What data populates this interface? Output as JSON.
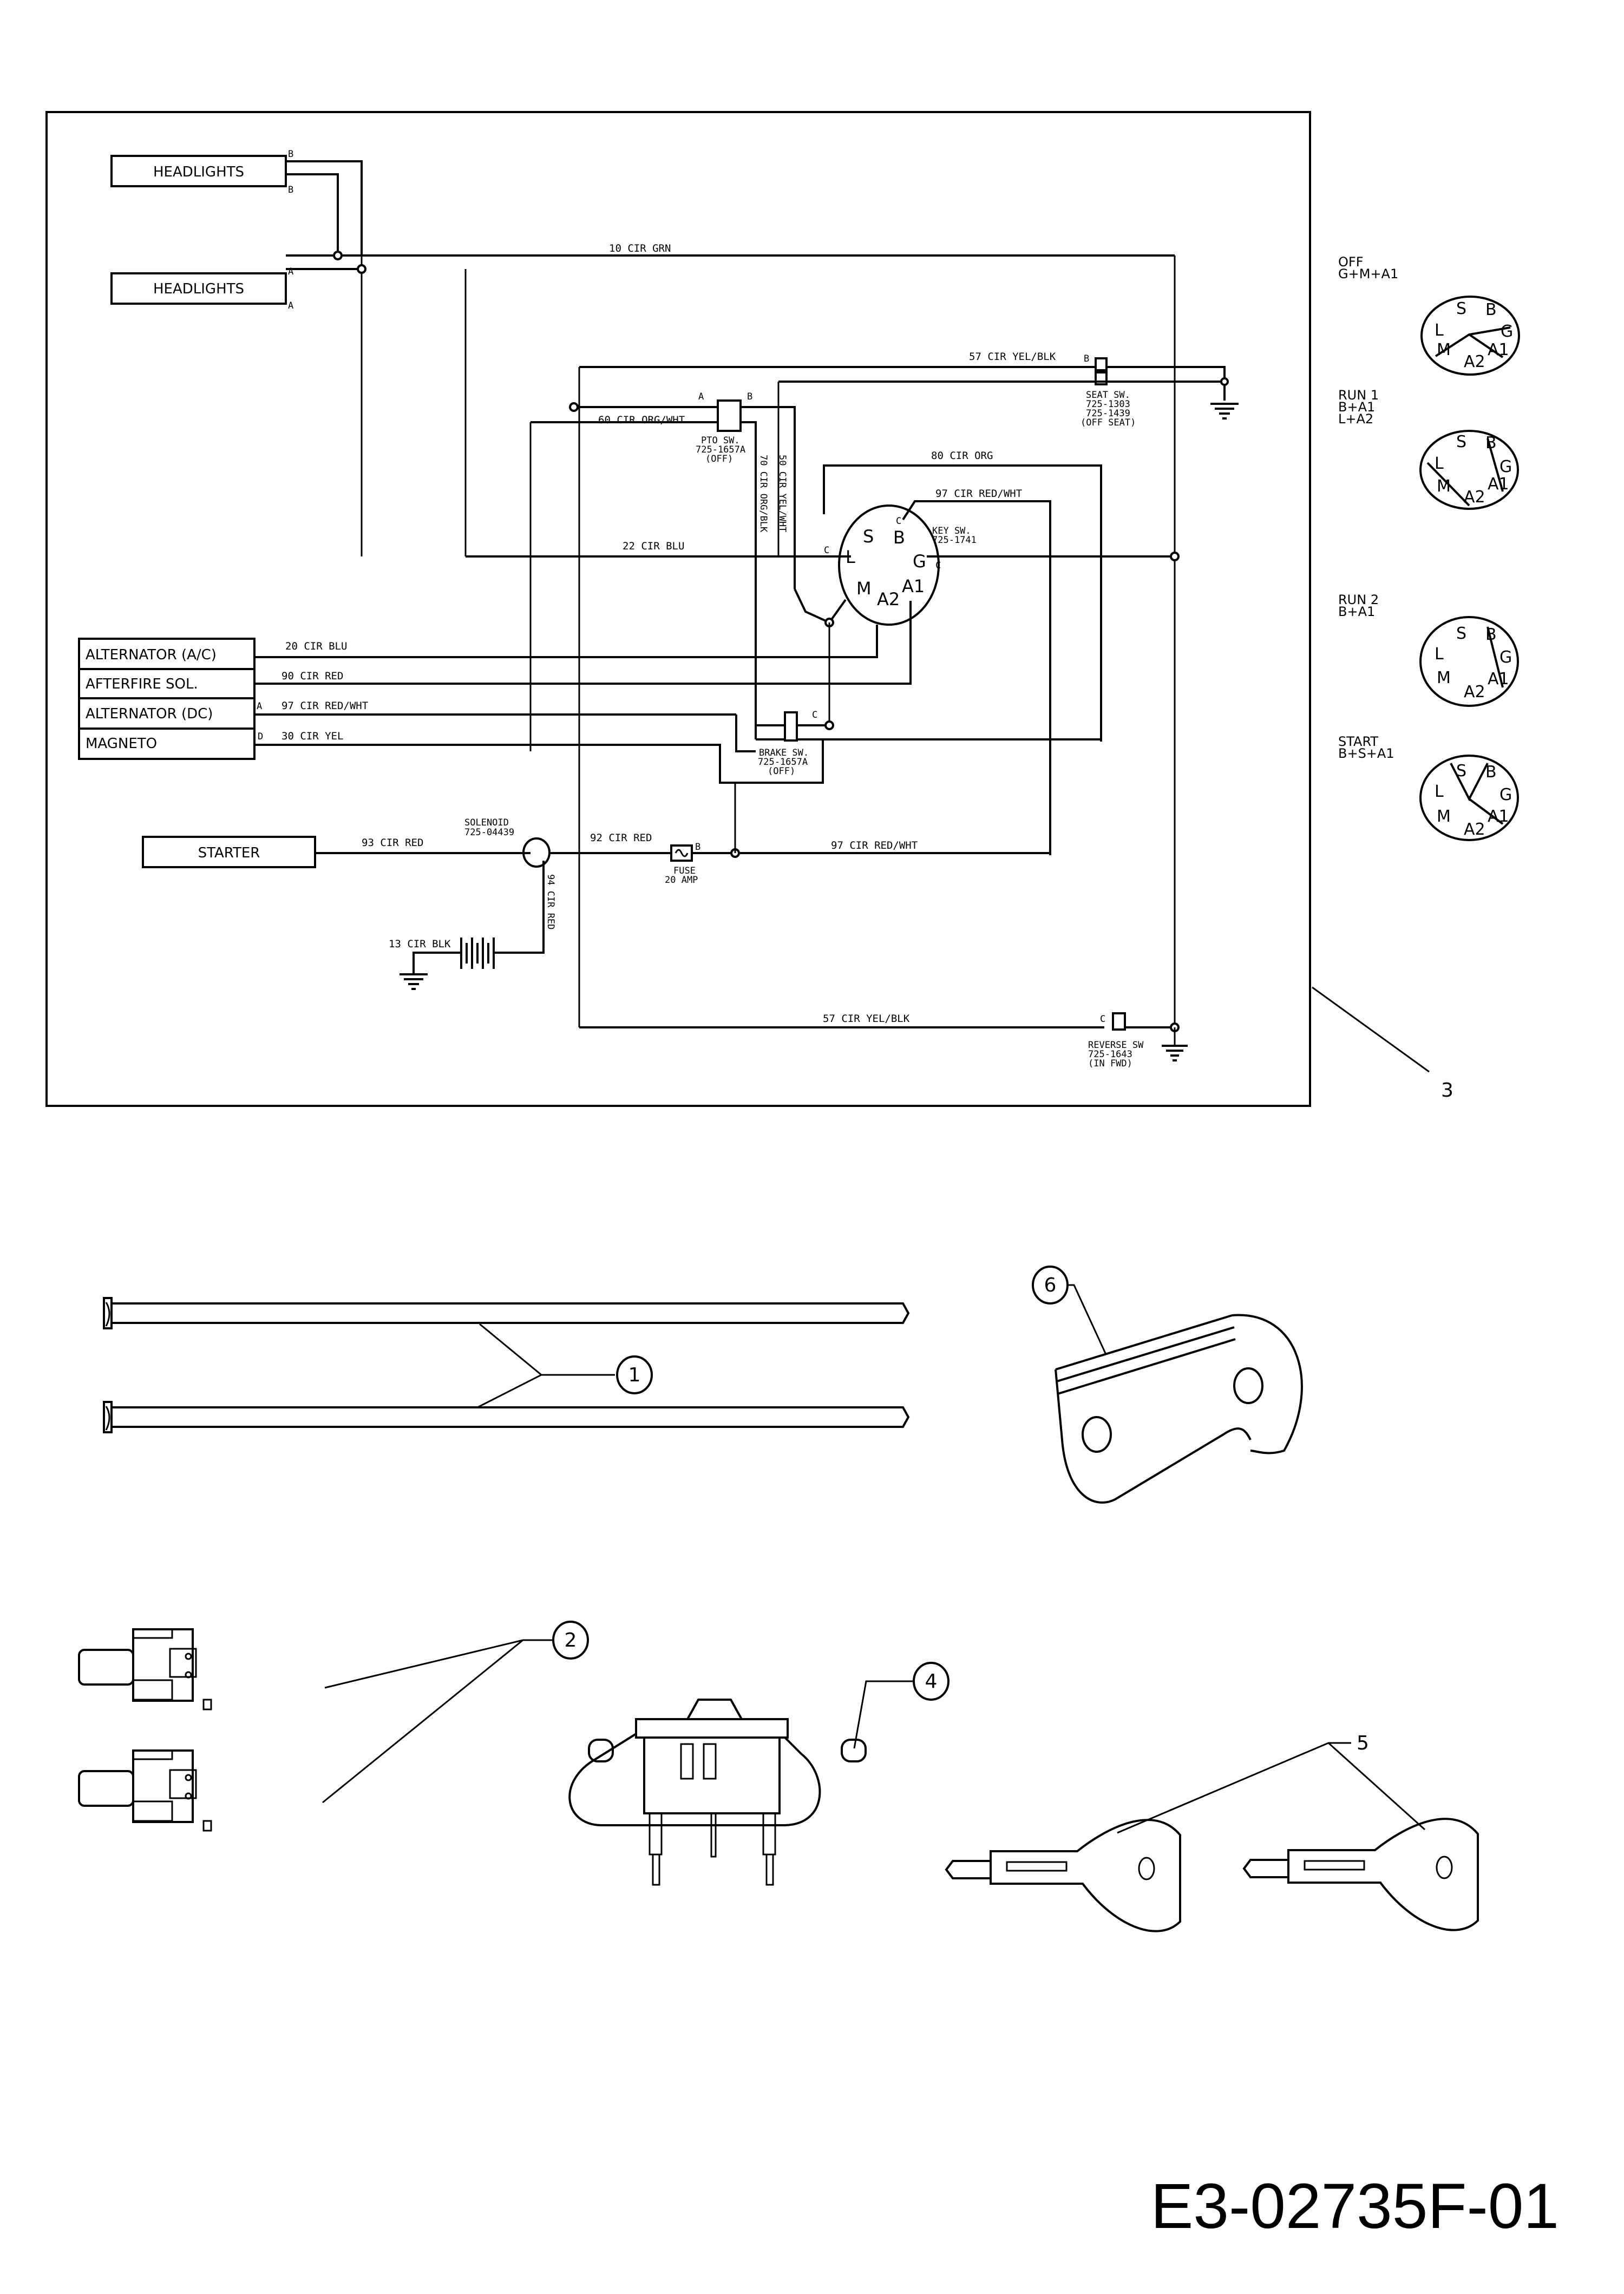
{
  "diagram": {
    "components": {
      "headlights_top": "HEADLIGHTS",
      "headlights_bottom": "HEADLIGHTS",
      "alternator_ac": "ALTERNATOR (A/C)",
      "afterfire_sol": "AFTERFIRE SOL.",
      "alternator_dc": "ALTERNATOR (DC)",
      "magneto": "MAGNETO",
      "starter": "STARTER"
    },
    "connector_letters": {
      "b": "B",
      "a": "A",
      "c": "C",
      "d": "D"
    },
    "wires": {
      "w10": "10 CIR GRN",
      "w57_top": "57 CIR YEL/BLK",
      "w60": "60 CIR ORG/WHT",
      "w80": "80 CIR ORG",
      "w97_key": "97 CIR RED/WHT",
      "w22": "22 CIR BLU",
      "w70": "70 CIR ORG/BLK",
      "w50": "50 CIR YEL/WHT",
      "w20": "20 CIR BLU",
      "w90": "90 CIR RED",
      "w97_alt": "97 CIR RED/WHT",
      "w30": "30 CIR YEL",
      "w93": "93 CIR RED",
      "w92": "92 CIR RED",
      "w97_fuse": "97 CIR RED/WHT",
      "w94": "94 CIR RED",
      "w13": "13 CIR BLK",
      "w57_bottom": "57 CIR YEL/BLK"
    },
    "switches": {
      "seat": [
        "SEAT SW.",
        "725-1303",
        "725-1439",
        "(OFF SEAT)"
      ],
      "pto": [
        "PTO SW.",
        "725-1657A",
        "(OFF)"
      ],
      "key": [
        "KEY SW.",
        "725-1741"
      ],
      "brake": [
        "BRAKE SW.",
        "725-1657A",
        "(OFF)"
      ],
      "solenoid": [
        "SOLENOID",
        "725-04439"
      ],
      "fuse": [
        "FUSE",
        "20 AMP"
      ],
      "reverse": [
        "REVERSE SW",
        "725-1643",
        "(IN FWD)"
      ]
    },
    "key_pins": {
      "s": "S",
      "b": "B",
      "l": "L",
      "g": "G",
      "m": "M",
      "a1": "A1",
      "a2": "A2"
    },
    "key_positions": [
      {
        "name": "OFF",
        "combo": [
          "G+M+A1"
        ]
      },
      {
        "name": "RUN 1",
        "combo": [
          "B+A1",
          "L+A2"
        ]
      },
      {
        "name": "RUN 2",
        "combo": [
          "B+A1"
        ]
      },
      {
        "name": "START",
        "combo": [
          "B+S+A1"
        ]
      }
    ]
  },
  "callouts": {
    "c1": "1",
    "c2": "2",
    "c3": "3",
    "c4": "4",
    "c5": "5",
    "c6": "6"
  },
  "document_id": "E3-02735F-01"
}
